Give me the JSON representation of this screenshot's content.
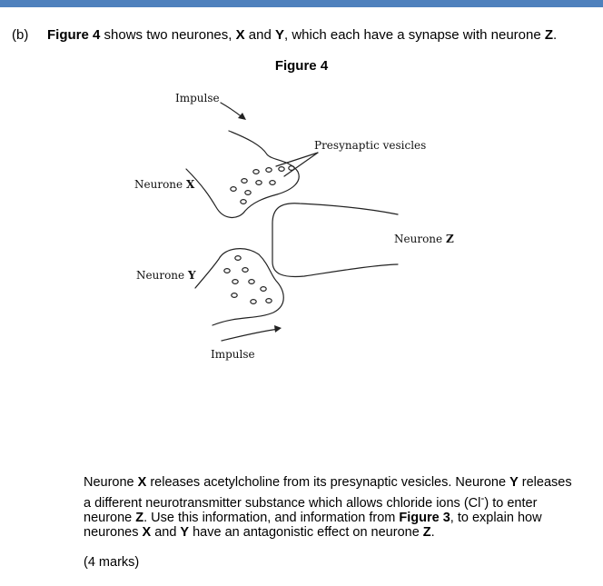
{
  "header": {
    "part_label": "(b)"
  },
  "intro": {
    "t1": "Figure 4",
    "t2": " shows two neurones, ",
    "t3": "X",
    "t4": " and ",
    "t5": "Y",
    "t6": ", which each have a synapse with neurone ",
    "t7": "Z",
    "t8": "."
  },
  "figure": {
    "title": "Figure 4",
    "labels": {
      "impulse_top": "Impulse",
      "presynaptic": "Presynaptic vesicles",
      "neurone_x_word": "Neurone",
      "neurone_x_letter": "X",
      "neurone_z_word": "Neurone",
      "neurone_z_letter": "Z",
      "neurone_y_word": "Neurone",
      "neurone_y_letter": "Y",
      "impulse_bottom": "Impulse"
    }
  },
  "paragraph": {
    "p1": "Neurone ",
    "p2": "X",
    "p3": " releases acetylcholine from its presynaptic vesicles. Neurone ",
    "p4": "Y",
    "p5": " releases a different neurotransmitter substance which allows chloride ions (Cl",
    "p5sup": "-",
    "p6": ") to enter neurone ",
    "p7": "Z",
    "p8": ". Use this information, and information from ",
    "p9": "Figure 3",
    "p10": ", to explain how neurones ",
    "p11": "X",
    "p12": " and ",
    "p13": "Y",
    "p14": " have an antagonistic effect on neurone ",
    "p15": "Z",
    "p16": "."
  },
  "marks": "(4 marks)"
}
